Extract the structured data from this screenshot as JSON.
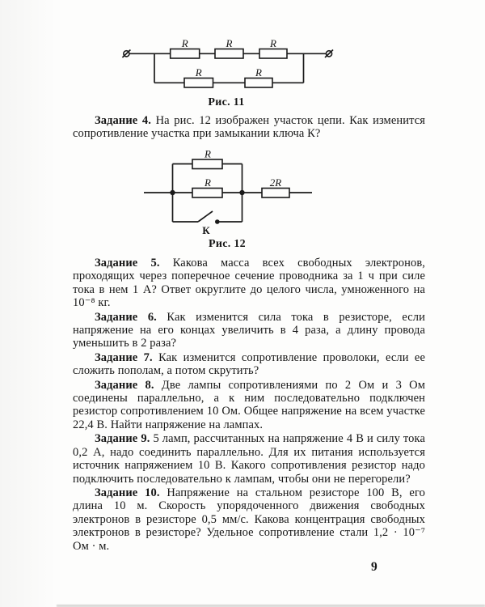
{
  "page": {
    "number": "9"
  },
  "figures": {
    "fig11": {
      "caption": "Рис. 11",
      "resistor_label": "R",
      "top_branch_resistors": 3,
      "bottom_branch_resistors": 2
    },
    "fig12": {
      "caption": "Рис. 12",
      "resistor_label": "R",
      "series_resistor_label": "2R",
      "switch_label": "К"
    }
  },
  "tasks": [
    {
      "label": "Задание 4.",
      "text": "На рис. 12 изображен участок цепи. Как изменится сопротивление участка при замыкании ключа К?"
    },
    {
      "label": "Задание 5.",
      "text": "Какова масса всех свободных электронов, проходящих через поперечное сечение проводника за 1 ч при силе тока в нем 1 А? Ответ округлите до целого числа, умноженного на 10⁻⁸ кг."
    },
    {
      "label": "Задание 6.",
      "text": "Как изменится сила тока в резисторе, если напряжение на его концах увеличить в 4 раза, а длину провода уменьшить в 2 раза?"
    },
    {
      "label": "Задание 7.",
      "text": "Как изменится сопротивление проволоки, если ее сложить пополам, а потом скрутить?"
    },
    {
      "label": "Задание 8.",
      "text": "Две лампы сопротивлениями по 2 Ом и 3 Ом соединены параллельно, а к ним последовательно подключен резистор сопротивлением 10 Ом. Общее напряжение на всем участке 22,4 В. Найти напряжение на лампах."
    },
    {
      "label": "Задание 9.",
      "text": "5 ламп, рассчитанных на напряжение 4 В и силу тока 0,2 А, надо соединить параллельно. Для их питания используется источник напряжением 10 В. Какого сопротивления резистор надо подключить последовательно к лампам, чтобы они не перегорели?"
    },
    {
      "label": "Задание 10.",
      "text": "Напряжение на стальном резисторе 100 В, его длина 10 м. Скорость упорядоченного движения свободных электронов в резисторе 0,5 мм/с. Какова концентрация свободных электронов в резисторе? Удельное сопротивление стали 1,2 · 10⁻⁷ Ом · м."
    }
  ]
}
